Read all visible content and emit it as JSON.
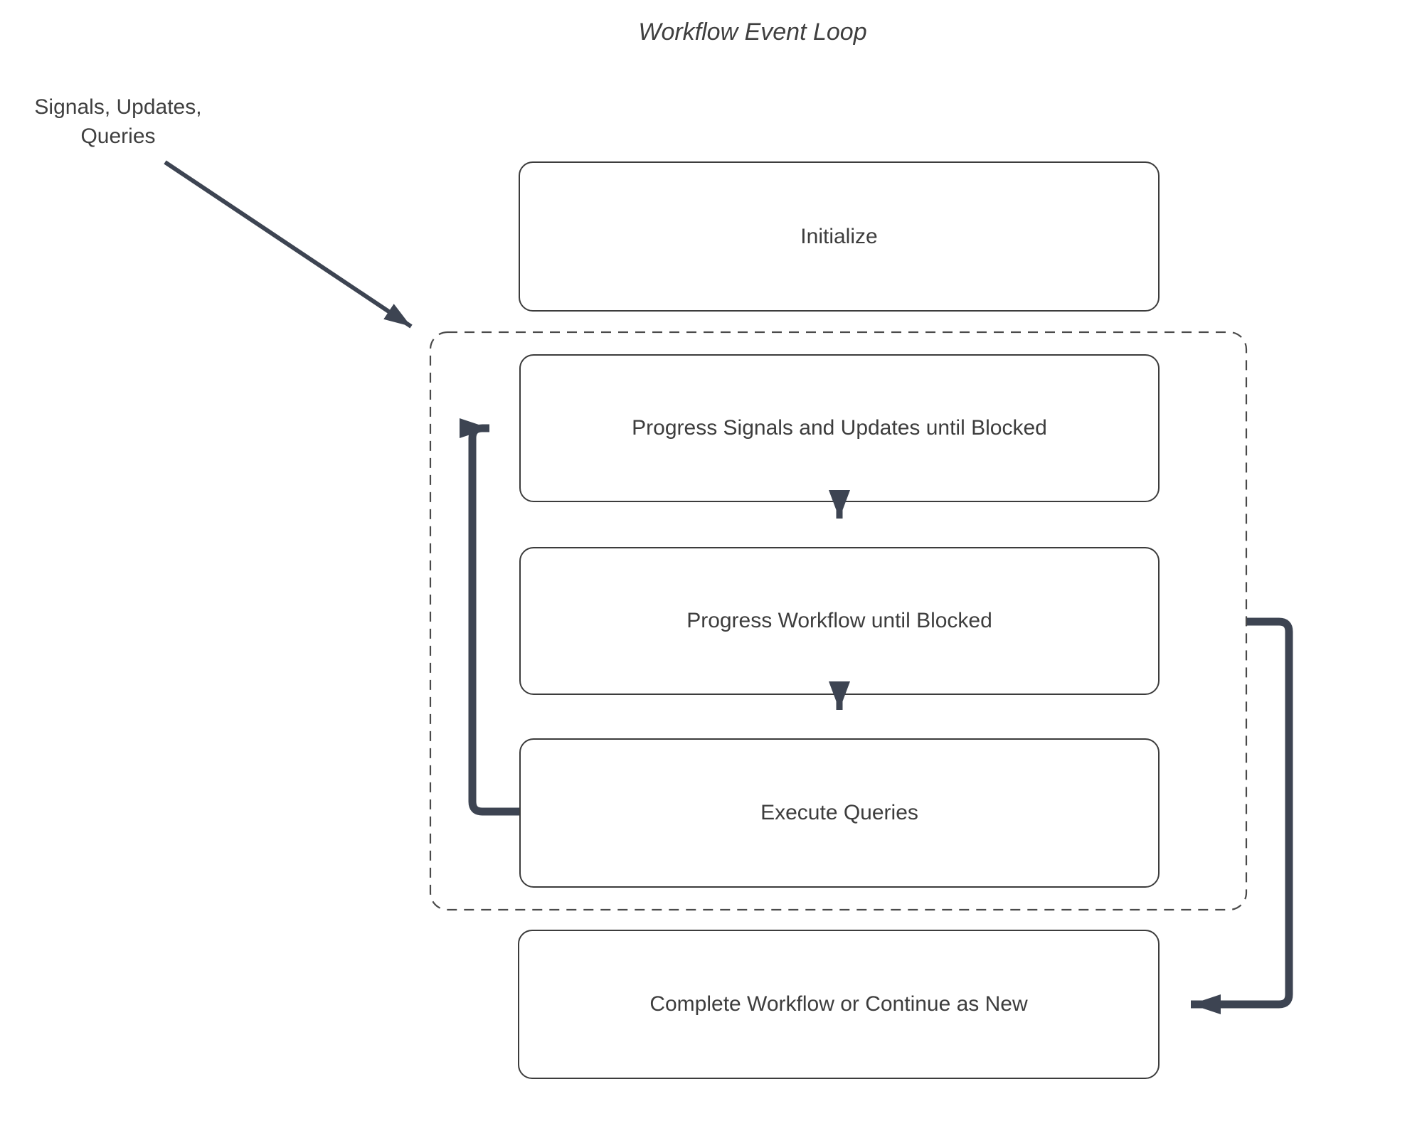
{
  "diagram": {
    "title": "Workflow Event Loop",
    "annotation": "Signals, Updates,\nQueries",
    "nodes": {
      "initialize": "Initialize",
      "progress_signals": "Progress Signals and Updates until Blocked",
      "progress_workflow": "Progress Workflow until Blocked",
      "execute_queries": "Execute Queries",
      "complete": "Complete Workflow or Continue as New"
    },
    "edges": [
      {
        "from": "signals-updates-queries-label",
        "to": "event-loop-container",
        "kind": "thin-arrow"
      },
      {
        "from": "progress-signals",
        "to": "progress-workflow",
        "kind": "down-arrow"
      },
      {
        "from": "progress-workflow",
        "to": "execute-queries",
        "kind": "down-arrow"
      },
      {
        "from": "execute-queries",
        "to": "progress-signals",
        "kind": "thick-loop-back-arrow"
      },
      {
        "from": "event-loop-container",
        "to": "complete",
        "kind": "thick-continue-arrow"
      }
    ],
    "colors": {
      "arrow": "#3d4452",
      "node_border": "#3c3c3c",
      "dashed_border": "#4a4a4a",
      "text": "#3f3f3f",
      "background": "#ffffff"
    }
  }
}
